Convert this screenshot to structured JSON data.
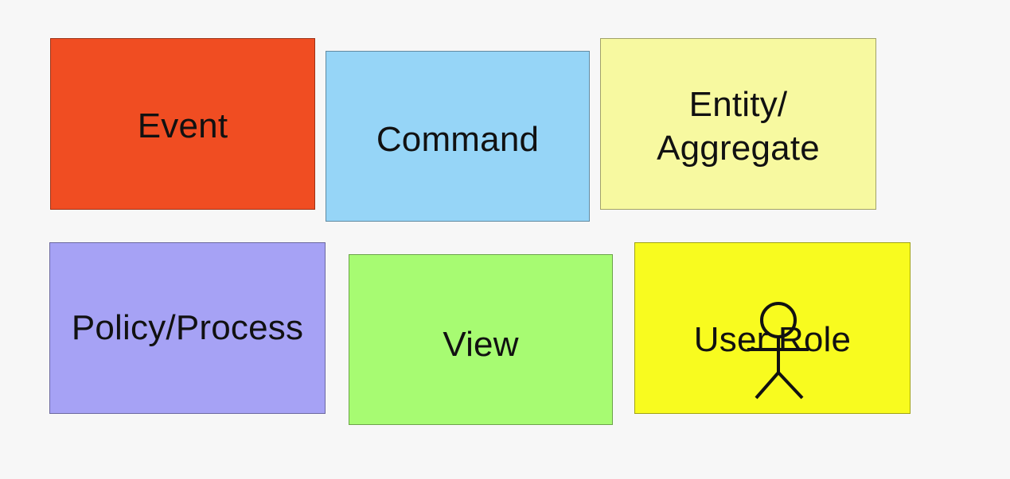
{
  "notes": {
    "event": {
      "label": "Event",
      "color": "#f04d22"
    },
    "command": {
      "label": "Command",
      "color": "#96d5f7"
    },
    "entity": {
      "line1": "Entity/",
      "line2": "Aggregate",
      "color": "#f7f9a0"
    },
    "policy": {
      "label": "Policy/Process",
      "color": "#a6a2f5"
    },
    "view": {
      "label": "View",
      "color": "#a7fb72"
    },
    "user_role": {
      "label": "User Role",
      "color": "#f8fb1f",
      "icon": "stick-figure-icon"
    }
  }
}
